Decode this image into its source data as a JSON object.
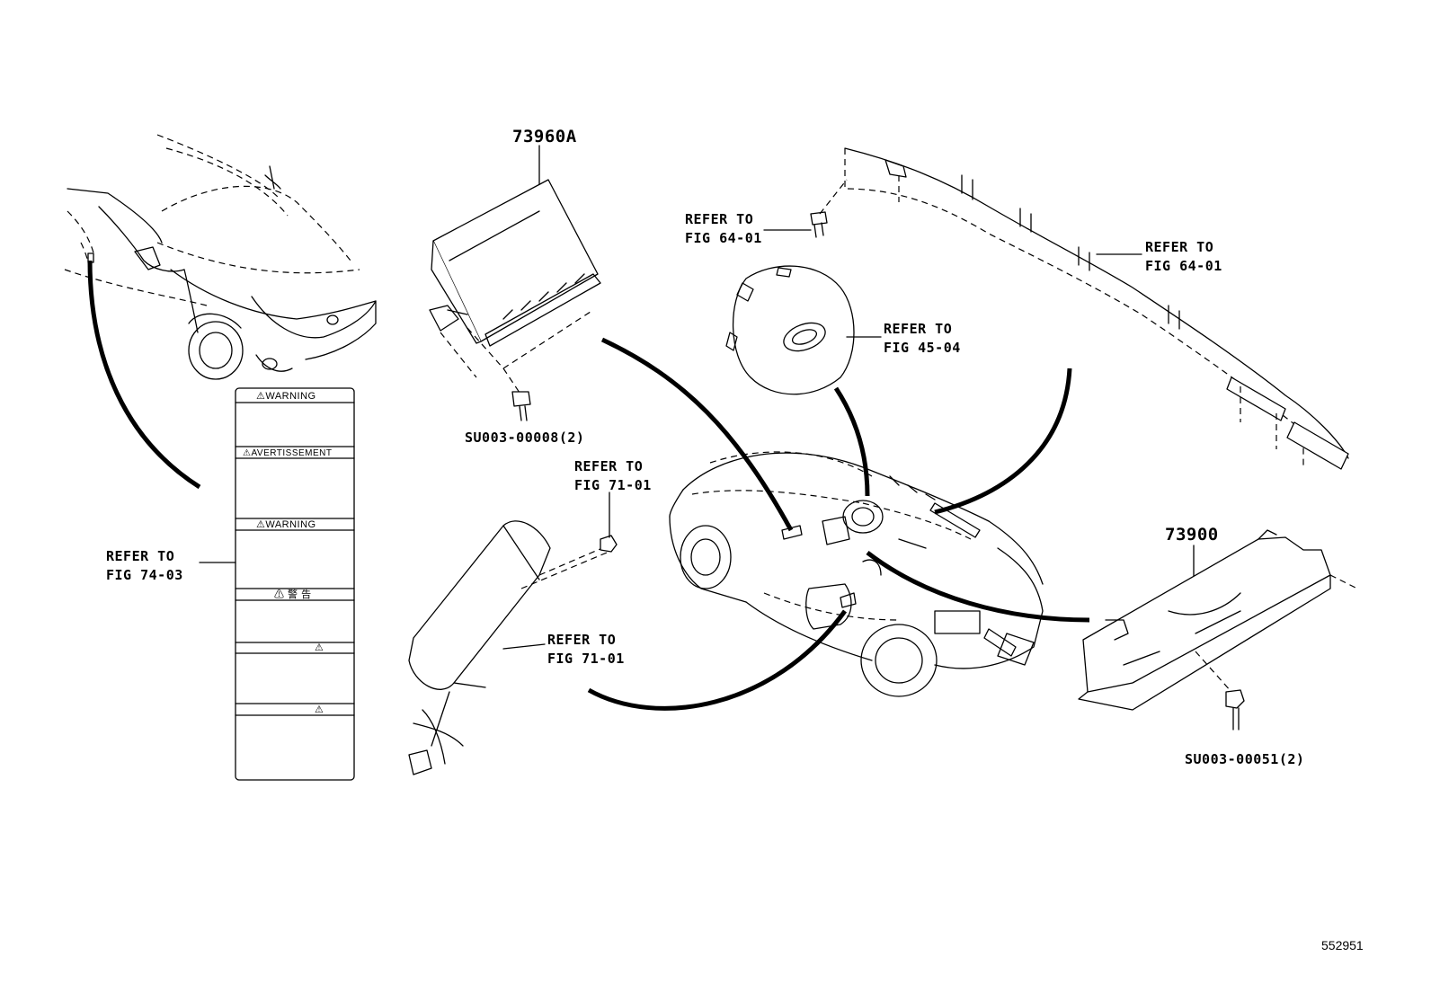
{
  "labels": {
    "part_73960A": "73960A",
    "part_73900": "73900",
    "bolt_su003_00008": "SU003-00008(2)",
    "nut_su003_00051": "SU003-00051(2)",
    "refer_fig_64_01_left": {
      "line1": "REFER TO",
      "line2": "FIG 64-01"
    },
    "refer_fig_64_01_right": {
      "line1": "REFER TO",
      "line2": "FIG 64-01"
    },
    "refer_fig_45_04": {
      "line1": "REFER TO",
      "line2": "FIG 45-04"
    },
    "refer_fig_71_01_top": {
      "line1": "REFER TO",
      "line2": "FIG 71-01"
    },
    "refer_fig_71_01_bottom": {
      "line1": "REFER TO",
      "line2": "FIG 71-01"
    },
    "refer_fig_74_03": {
      "line1": "REFER TO",
      "line2": "FIG 74-03"
    }
  },
  "warning_label_sheet": {
    "sections": [
      "⚠WARNING",
      "⚠AVERTISSEMENT",
      "⚠WARNING",
      "⚠ 警 告",
      "⚠",
      "⚠"
    ]
  },
  "image_id": "552951"
}
